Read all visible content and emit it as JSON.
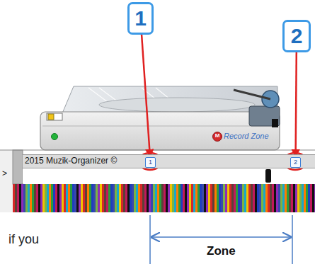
{
  "diagram": {
    "nodes": [
      {
        "text": [
          "1"
        ]
      },
      {
        "text": [
          "2"
        ]
      },
      {
        "text": [
          "2015 Muzik-Organizer ©"
        ]
      },
      {
        "text": [
          "1"
        ],
        "in": 2
      },
      {
        "text": [
          "2"
        ],
        "in": 2
      }
    ],
    "edges": [
      {
        "from": 0,
        "to": 3,
        "arrow": "to"
      },
      {
        "from": 1,
        "to": 4,
        "arrow": "to"
      }
    ],
    "labels": [
      "M",
      "Record Zone",
      ">",
      "if you",
      "Zone"
    ]
  }
}
